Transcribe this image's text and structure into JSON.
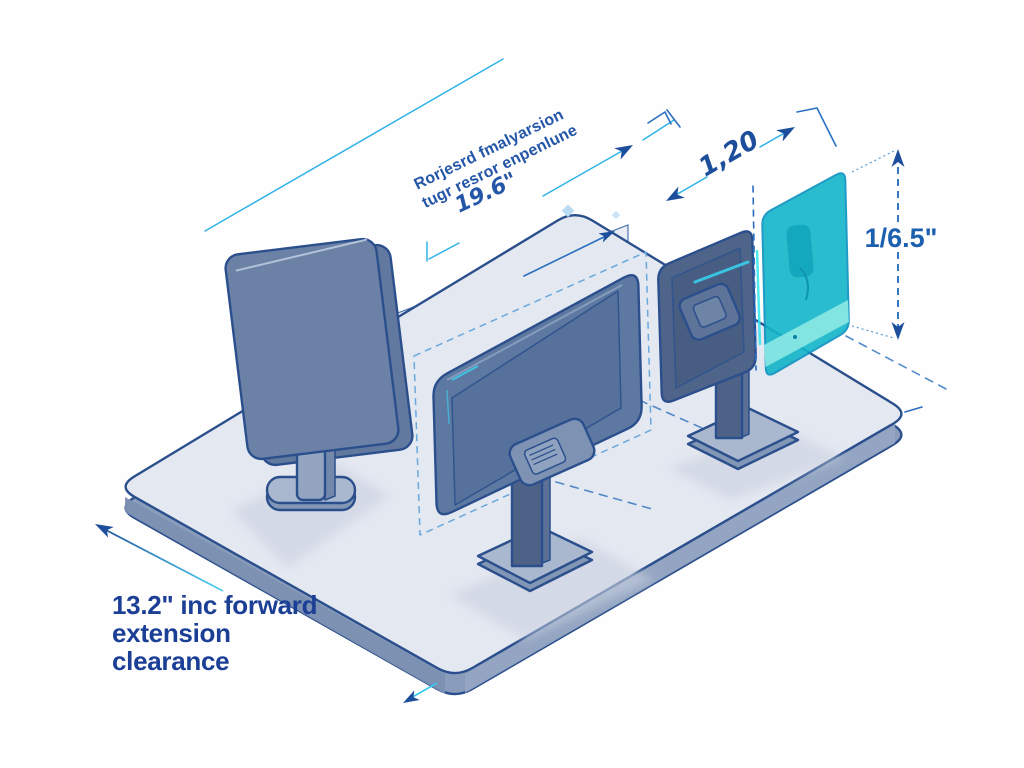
{
  "annotations": {
    "rotated_note_line1": "Rorjesrd fmalyarsion",
    "rotated_note_line2": "tugr resror enpenlune",
    "top_width_dim": "19.6\"",
    "extension_dim": "1,20",
    "height_dim": "1/6.5\"",
    "clearance_note": "13.2\" inc forward\nextension\nclearance"
  },
  "colors": {
    "outline": "#2b4f8c",
    "deskTop": "#e4e8f1",
    "deskSide": "#8a9cbc",
    "deskSideLeft": "#7c90b2",
    "deskSideRight": "#94a5c2",
    "backdrop": "#e9ecf4",
    "shadow": "#c9d0df",
    "monitorLeft": "#6b81a6",
    "monitorLeftBack": "#62799f",
    "monitorCenter": "#5d78a1",
    "monitorCenterInner": "#56719b",
    "monitorRight": "#4f6489",
    "standFill": "#93a5c0",
    "standDark": "#4e6288",
    "baseFill": "#a9b8ce",
    "baseSide": "#8296b6",
    "teal": "#12b5c9",
    "tealLight": "#8ce9e4",
    "tealStroke": "#0a90c0",
    "cyanAccent": "#2fb3e8",
    "cyanGlow": "#38d6f2",
    "dimBlue": "#1f6ab8",
    "arrowBlue": "#1d4e9b",
    "textBlue": "#1c3f96"
  }
}
